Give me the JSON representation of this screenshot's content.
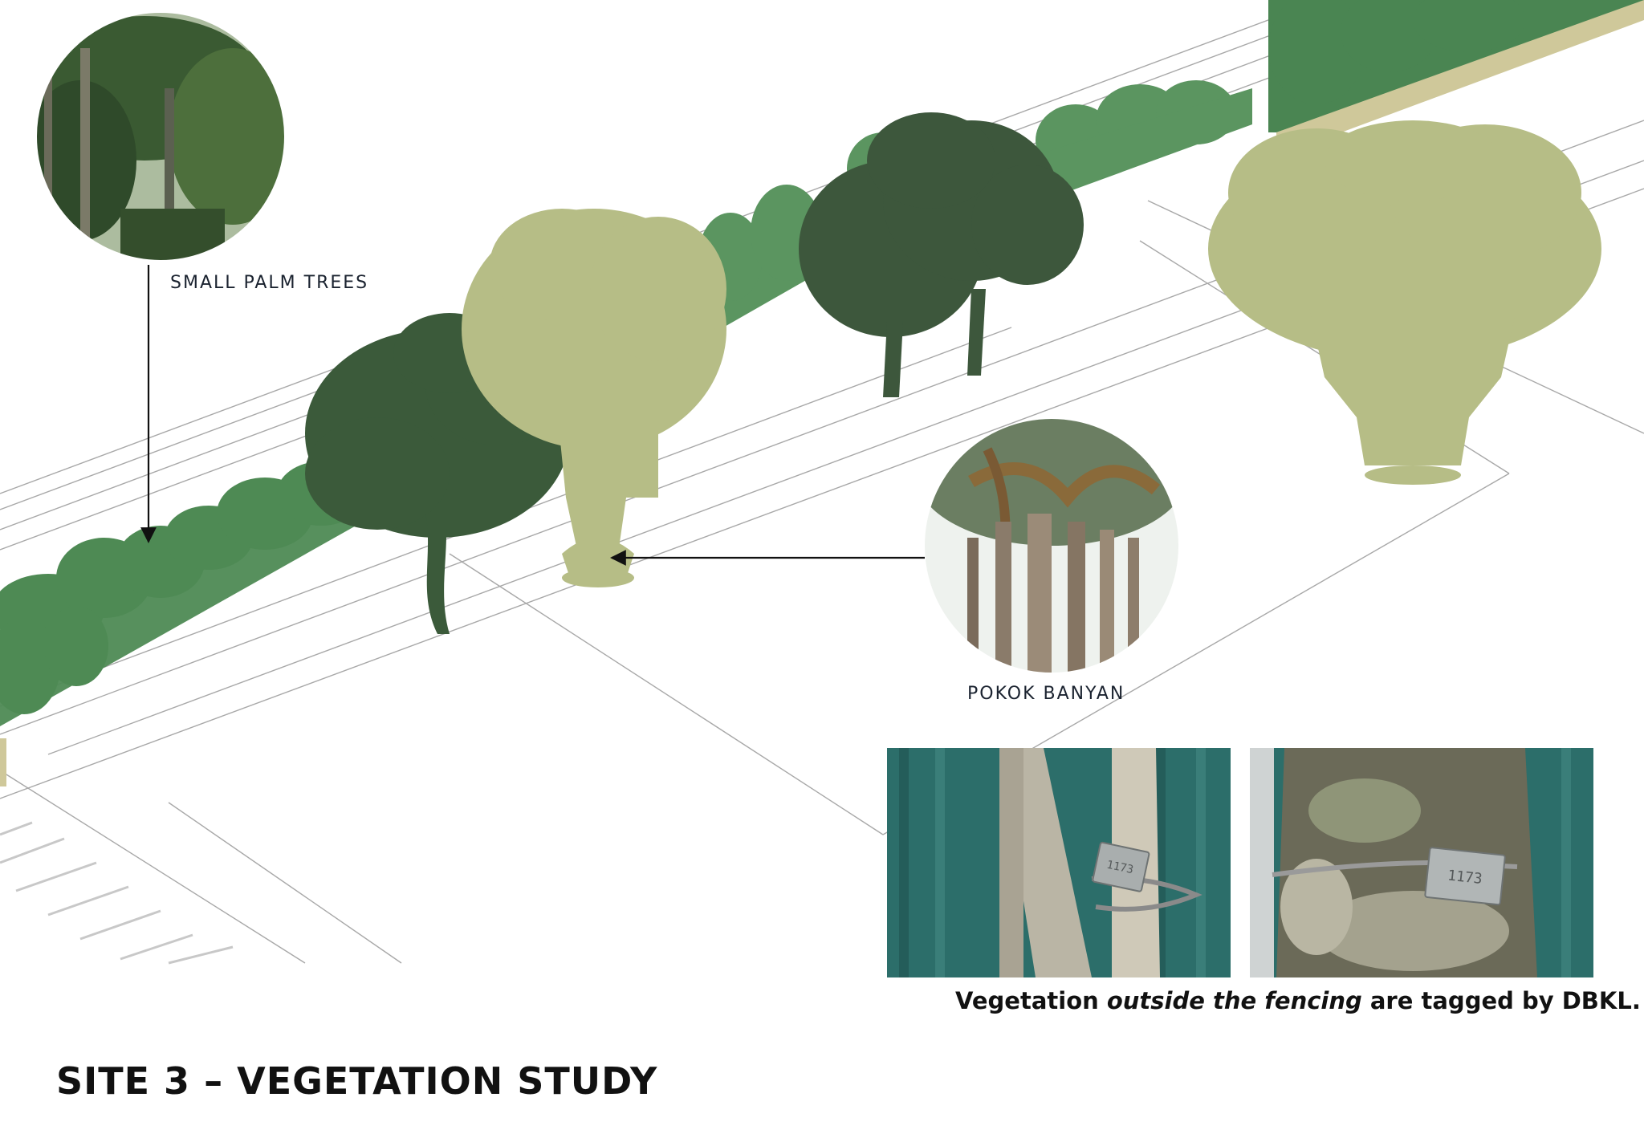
{
  "page": {
    "title": "SITE 3 – VEGETATION STUDY"
  },
  "annotations": {
    "palm_label": "SMALL PALM TREES",
    "banyan_label": "POKOK BANYAN"
  },
  "photo_caption": {
    "before": "Vegetation ",
    "emphasis": "outside the fencing",
    "after": " are tagged by DBKL."
  },
  "tree_tags": [
    {
      "text": "1173"
    },
    {
      "text": "1173"
    }
  ],
  "colors": {
    "palm_green": "#4e8a54",
    "dark_green": "#3b5a3a",
    "banyan_olive": "#b6bd86",
    "ground_tan": "#cfc89a",
    "fence_teal": "#2c6e6a",
    "line": "#9a9a9a"
  }
}
